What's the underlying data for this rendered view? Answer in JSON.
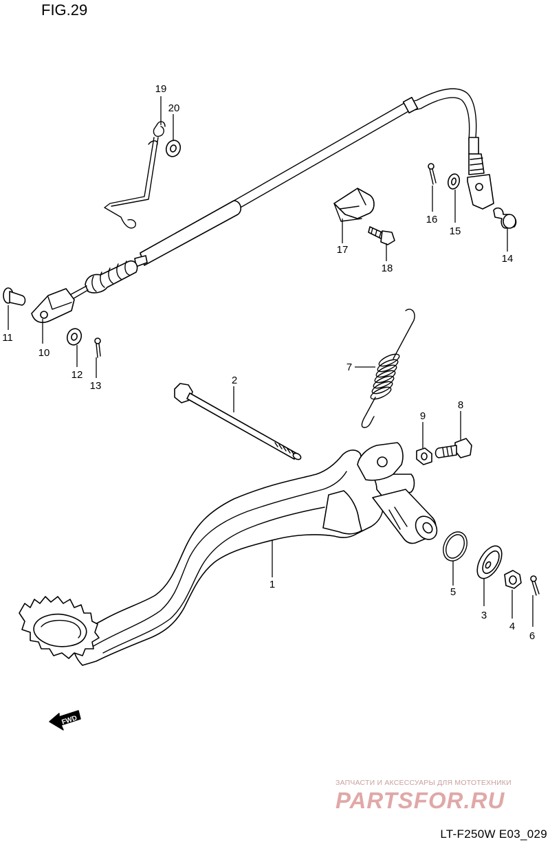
{
  "figure": {
    "title": "FIG.29",
    "model_code": "LT-F250W E03_029",
    "fwd_label": "FWD"
  },
  "watermark": {
    "tagline": "ЗАПЧАСТИ И АКСЕССУАРЫ ДЛЯ МОТОТЕХНИКИ",
    "brand": "PARTSFOR.RU",
    "tagline_color": "#c9a0a0",
    "brand_color": "#e0a8a8"
  },
  "callouts": [
    {
      "id": "1",
      "label": "1"
    },
    {
      "id": "2",
      "label": "2"
    },
    {
      "id": "3",
      "label": "3"
    },
    {
      "id": "4",
      "label": "4"
    },
    {
      "id": "5",
      "label": "5"
    },
    {
      "id": "6",
      "label": "6"
    },
    {
      "id": "7",
      "label": "7"
    },
    {
      "id": "8",
      "label": "8"
    },
    {
      "id": "9",
      "label": "9"
    },
    {
      "id": "10",
      "label": "10"
    },
    {
      "id": "11",
      "label": "11"
    },
    {
      "id": "12",
      "label": "12"
    },
    {
      "id": "13",
      "label": "13"
    },
    {
      "id": "14",
      "label": "14"
    },
    {
      "id": "15",
      "label": "15"
    },
    {
      "id": "16",
      "label": "16"
    },
    {
      "id": "17",
      "label": "17"
    },
    {
      "id": "18",
      "label": "18"
    },
    {
      "id": "19",
      "label": "19"
    },
    {
      "id": "20",
      "label": "20"
    }
  ]
}
